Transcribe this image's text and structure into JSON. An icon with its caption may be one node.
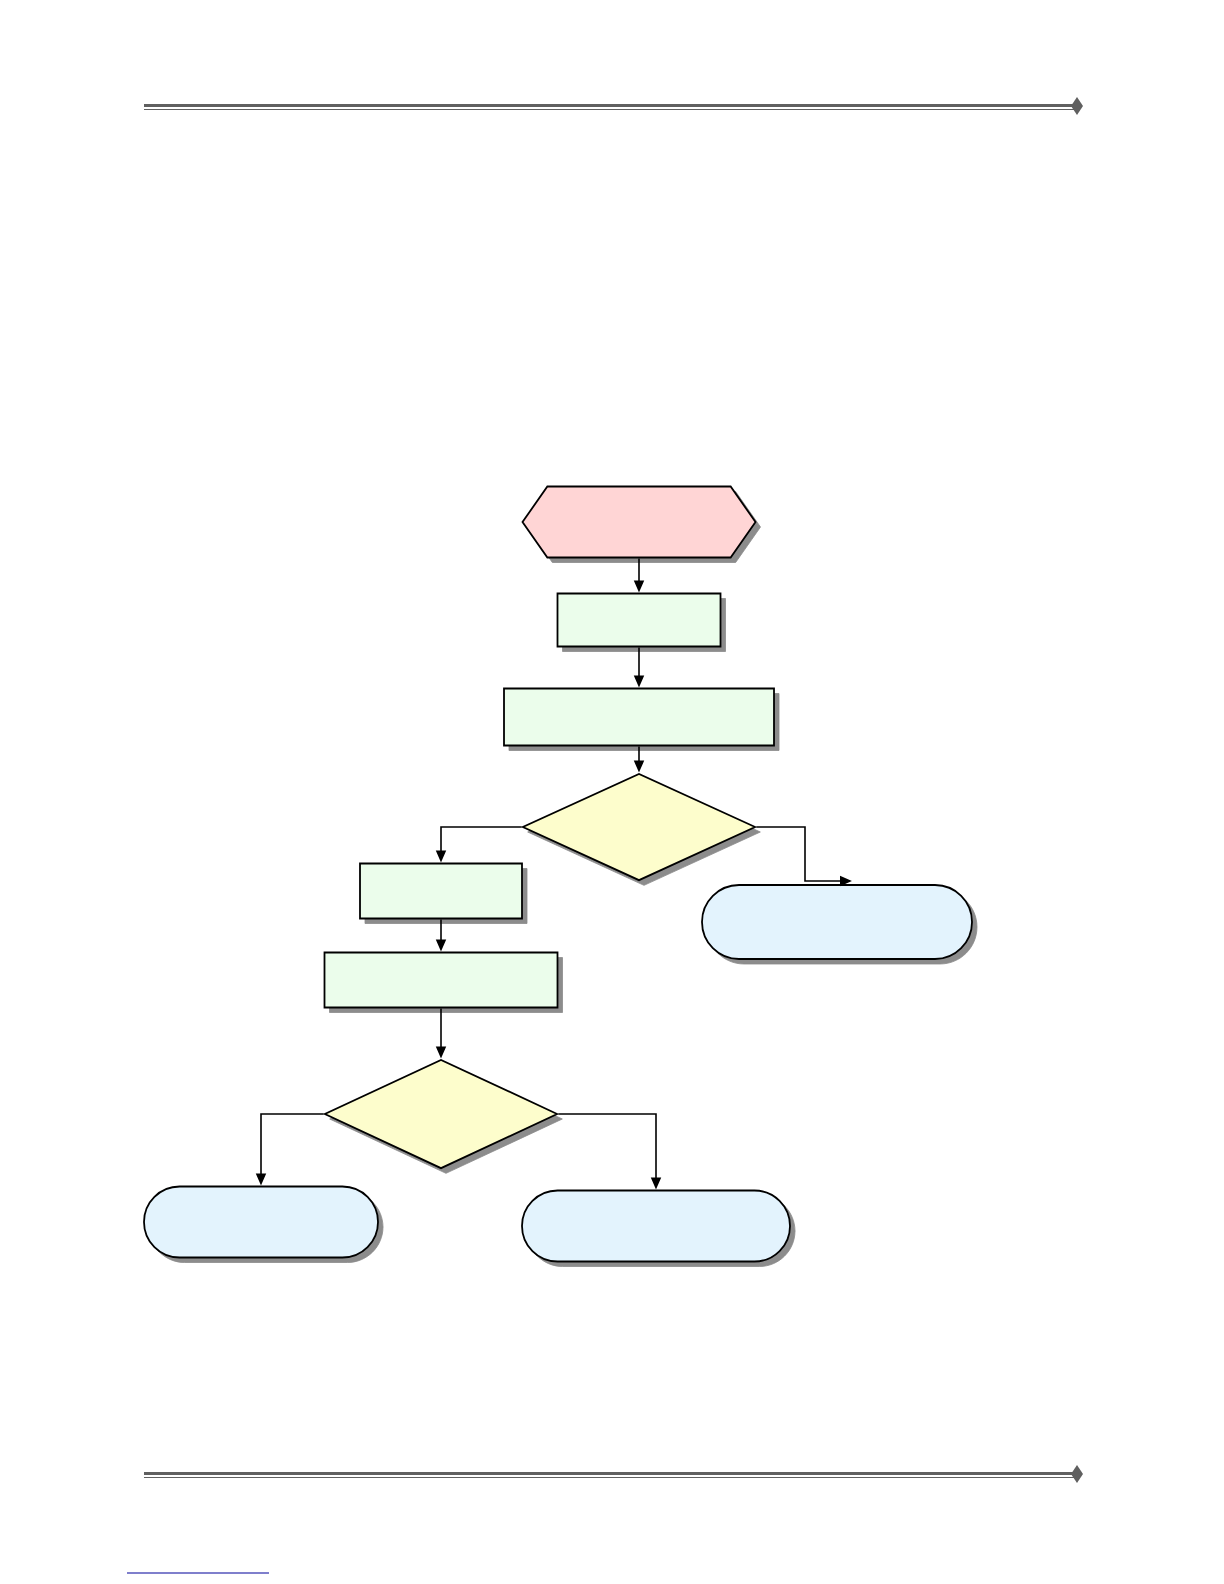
{
  "diagram": {
    "nodes": [
      {
        "text": [],
        "shape": "hexagon"
      },
      {
        "text": [],
        "shape": "box"
      },
      {
        "text": [],
        "shape": "box"
      },
      {
        "text": [],
        "shape": "diamond"
      },
      {
        "text": [],
        "shape": "box"
      },
      {
        "text": [],
        "shape": "capsule"
      },
      {
        "text": [],
        "shape": "box"
      },
      {
        "text": [],
        "shape": "diamond"
      },
      {
        "text": [],
        "shape": "capsule"
      },
      {
        "text": [],
        "shape": "capsule"
      }
    ],
    "edges": [
      {
        "from": 0,
        "to": 1,
        "arrow": "to"
      },
      {
        "from": 1,
        "to": 2,
        "arrow": "to"
      },
      {
        "from": 2,
        "to": 3,
        "arrow": "to"
      },
      {
        "from": 3,
        "to": 4,
        "arrow": "to"
      },
      {
        "from": 3,
        "to": 5,
        "arrow": "to"
      },
      {
        "from": 4,
        "to": 6,
        "arrow": "to"
      },
      {
        "from": 6,
        "to": 7,
        "arrow": "to"
      },
      {
        "from": 7,
        "to": 8,
        "arrow": "to"
      },
      {
        "from": 7,
        "to": 9,
        "arrow": "to"
      }
    ]
  }
}
